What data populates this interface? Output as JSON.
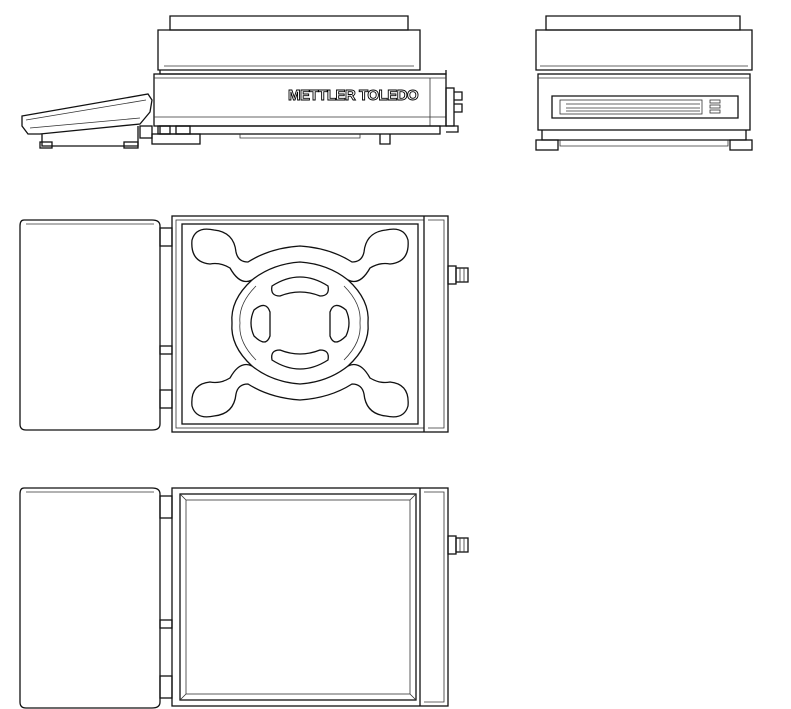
{
  "brand": {
    "name": "METTLER TOLEDO"
  },
  "drawing": {
    "views": [
      {
        "id": "side-view",
        "label": ""
      },
      {
        "id": "front-view",
        "label": ""
      },
      {
        "id": "top-view-with-pan",
        "label": ""
      },
      {
        "id": "top-view-without-pan",
        "label": ""
      }
    ],
    "line_color": "#111111",
    "background": "#ffffff"
  }
}
